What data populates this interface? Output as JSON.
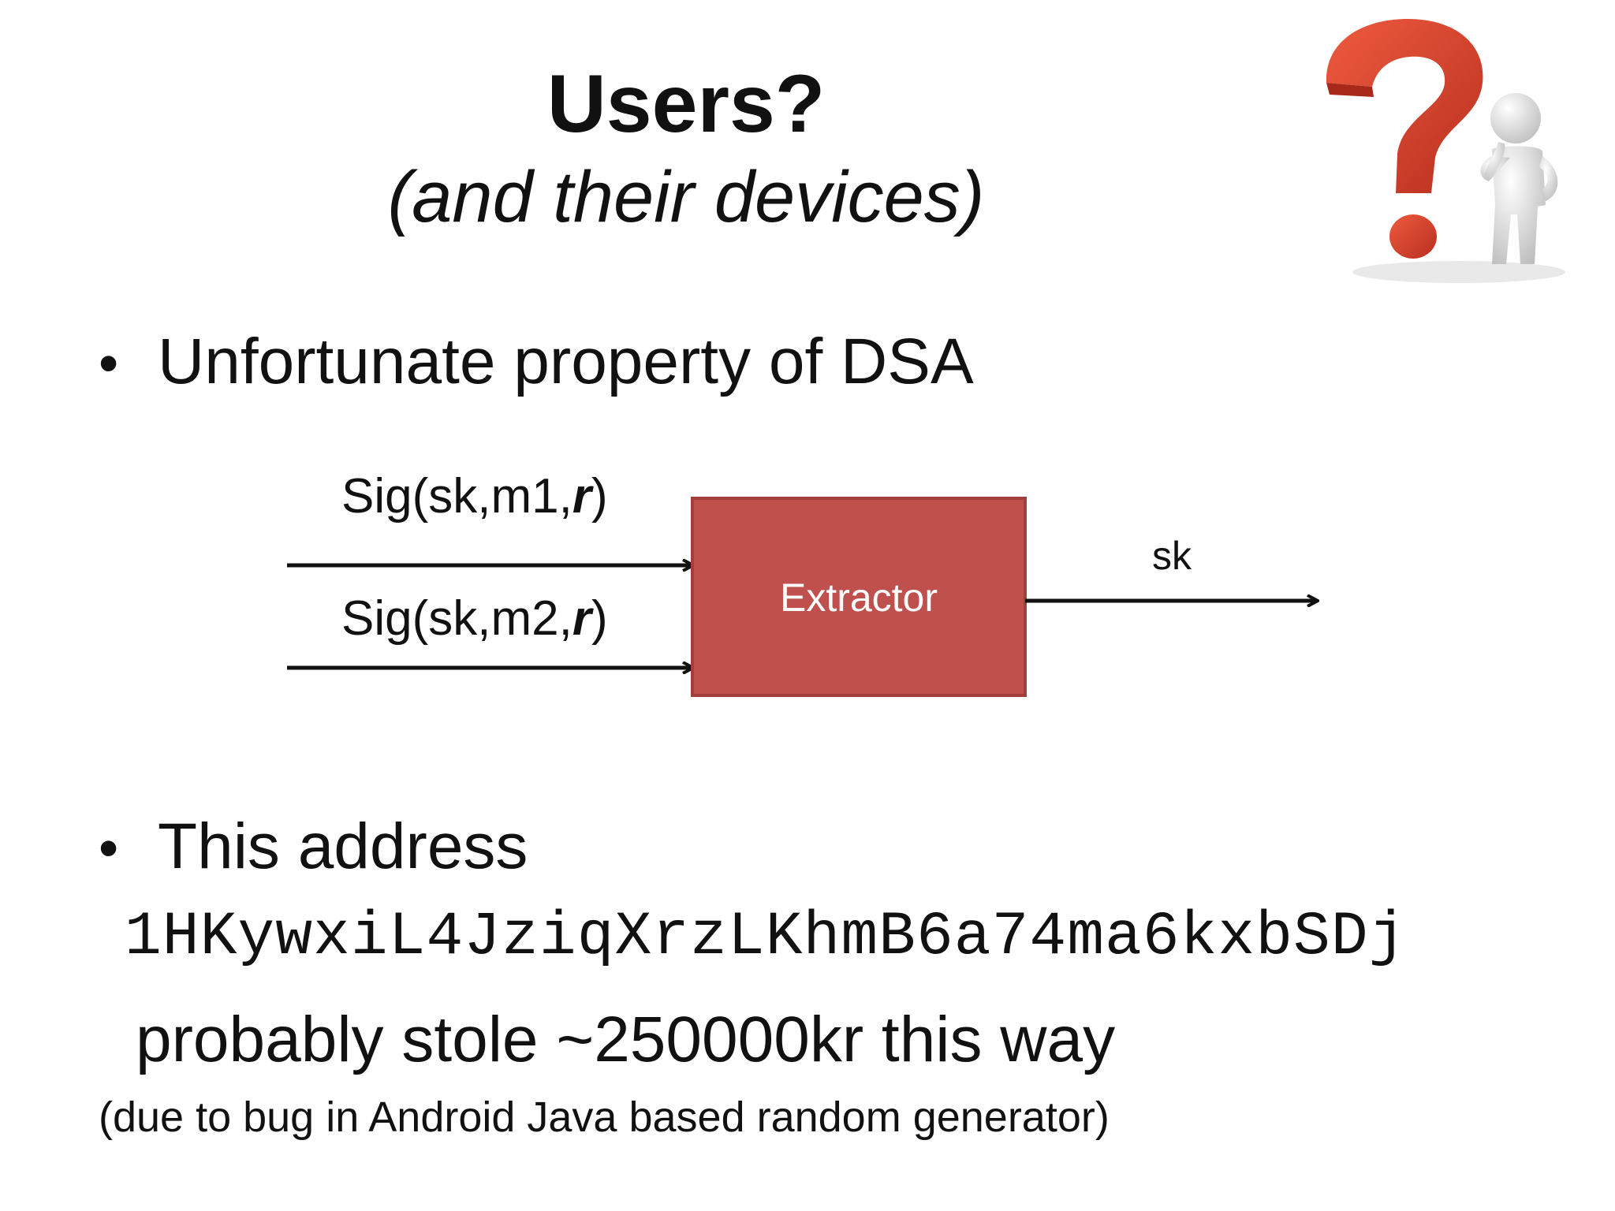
{
  "slide": {
    "title": "Users?",
    "subtitle": "(and their devices)"
  },
  "bullets": [
    {
      "marker": "•",
      "text": "Unfortunate property of DSA"
    },
    {
      "marker": "•",
      "text": "This address"
    }
  ],
  "diagram": {
    "input1": {
      "prefix": "Sig(sk,m1,",
      "var": "r",
      "suffix": ")"
    },
    "input2": {
      "prefix": "Sig(sk,m2,",
      "var": "r",
      "suffix": ")"
    },
    "box_label": "Extractor",
    "output_label": "sk",
    "colors": {
      "box_fill": "#c0504d",
      "box_border": "#a23f3c",
      "box_text": "#ffffff",
      "arrow": "#111111"
    }
  },
  "address": "1HKywxiL4JziqXrzLKhmB6a74ma6kxbSDj",
  "stole_text": "probably stole ~250000kr this way",
  "note": "(due to bug in Android Java based random generator)",
  "clipart": {
    "icon": "question-mark-thinking-figure-icon",
    "colors": {
      "question_mark": "#d9412b",
      "figure": "#e6e6e6"
    }
  }
}
